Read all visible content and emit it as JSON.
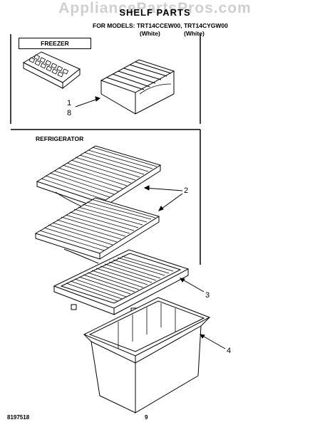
{
  "header": {
    "watermark": "AppliancePartsPros.com",
    "title": "SHELF PARTS",
    "models_line": "FOR MODELS: TRT14CCEW00, TRT14CYGW00",
    "variant_left": "(White)",
    "variant_right": "(White)"
  },
  "sections": {
    "freezer_label": "FREEZER",
    "refrigerator_label": "REFRIGERATOR"
  },
  "callouts": {
    "c1": "1",
    "c8": "8",
    "c2": "2",
    "c3": "3",
    "c4": "4"
  },
  "footer": {
    "doc_number": "8197518",
    "page_number": "9"
  }
}
